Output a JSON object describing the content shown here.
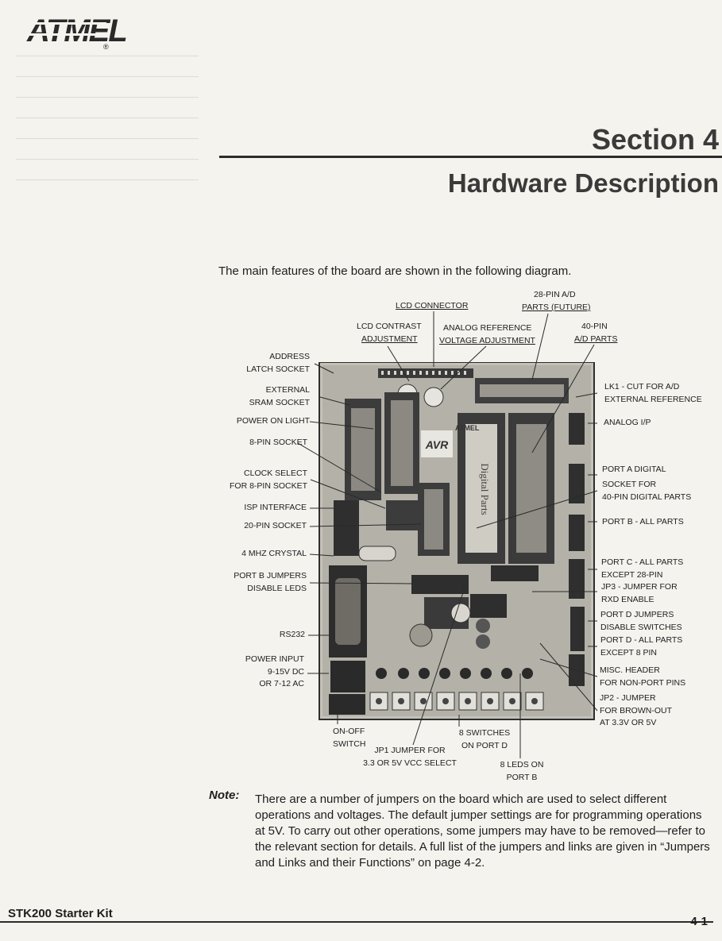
{
  "header": {
    "logo_text": "ATMEL",
    "logo_reg": "®",
    "section": "Section 4",
    "title": "Hardware Description"
  },
  "intro": "The main features of the board are shown in the following diagram.",
  "diagram": {
    "top_labels": {
      "lcd_connector": "LCD CONNECTOR",
      "pin28_ad_1": "28-PIN A/D",
      "pin28_ad_2": "PARTS (FUTURE)",
      "lcd_contrast_1": "LCD CONTRAST",
      "lcd_contrast_2": "ADJUSTMENT",
      "analog_ref_1": "ANALOG REFERENCE",
      "analog_ref_2": "VOLTAGE ADJUSTMENT",
      "pin40_ad_1": "40-PIN",
      "pin40_ad_2": "A/D PARTS"
    },
    "left_labels": [
      [
        "ADDRESS",
        "LATCH SOCKET"
      ],
      [
        "EXTERNAL",
        "SRAM SOCKET"
      ],
      [
        "POWER ON LIGHT"
      ],
      [
        "8-PIN SOCKET"
      ],
      [
        "CLOCK SELECT",
        "FOR 8-PIN SOCKET"
      ],
      [
        "ISP INTERFACE"
      ],
      [
        "20-PIN SOCKET"
      ],
      [
        "4 MHZ CRYSTAL"
      ],
      [
        "PORT B JUMPERS",
        "DISABLE LEDS"
      ],
      [
        "RS232"
      ],
      [
        "POWER INPUT",
        "9-15V DC",
        "OR 7-12 AC"
      ]
    ],
    "right_labels": [
      [
        "LK1 - CUT FOR A/D",
        "EXTERNAL REFERENCE"
      ],
      [
        "ANALOG I/P"
      ],
      [
        "PORT A DIGITAL"
      ],
      [
        "SOCKET FOR",
        "40-PIN DIGITAL PARTS"
      ],
      [
        "PORT B - ALL PARTS"
      ],
      [
        "PORT C - ALL PARTS",
        "EXCEPT 28-PIN"
      ],
      [
        "JP3 - JUMPER FOR",
        "RXD ENABLE"
      ],
      [
        "PORT D JUMPERS",
        "DISABLE SWITCHES"
      ],
      [
        "PORT D - ALL PARTS",
        "EXCEPT 8 PIN"
      ],
      [
        "MISC. HEADER",
        "FOR NON-PORT PINS"
      ],
      [
        "JP2 - JUMPER",
        "FOR BROWN-OUT",
        "AT 3.3V OR 5V"
      ]
    ],
    "bottom_labels": {
      "onoff_1": "ON-OFF",
      "onoff_2": "SWITCH",
      "jp1_1": "JP1 JUMPER FOR",
      "jp1_2": "3.3 OR 5V VCC SELECT",
      "sw_1": "8 SWITCHES",
      "sw_2": "ON PORT D",
      "led_1": "8 LEDS ON",
      "led_2": "PORT B"
    },
    "board_marks": {
      "chip_text": "Digital Parts",
      "avr": "AVR",
      "atmel": "ATMEL"
    }
  },
  "note": {
    "label": "Note:",
    "text": "There are a number of jumpers on the board which are used to select different operations and voltages. The default jumper settings are for programming operations at 5V. To carry out other operations, some jumpers may have to be removed—refer to the relevant section for details. A full list of the jumpers and links are given in “Jumpers and Links and their Functions” on page 4-2."
  },
  "footer": {
    "left": "STK200 Starter Kit",
    "right": "4-1"
  }
}
